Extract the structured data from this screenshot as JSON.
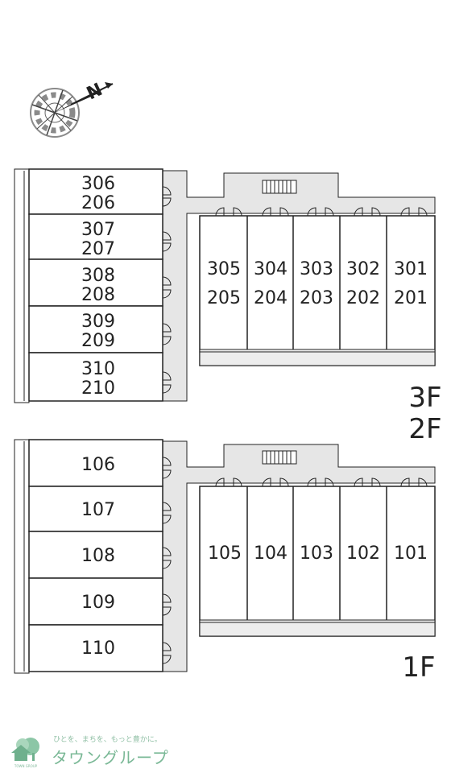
{
  "compass": {
    "north_label": "N",
    "icon": "compass-rose-icon"
  },
  "upper_floors": {
    "floor_labels": [
      "3F",
      "2F"
    ],
    "left_units": [
      {
        "upper": "306",
        "lower": "206"
      },
      {
        "upper": "307",
        "lower": "207"
      },
      {
        "upper": "308",
        "lower": "208"
      },
      {
        "upper": "309",
        "lower": "209"
      },
      {
        "upper": "310",
        "lower": "210"
      }
    ],
    "right_units": [
      {
        "upper": "305",
        "lower": "205"
      },
      {
        "upper": "304",
        "lower": "204"
      },
      {
        "upper": "303",
        "lower": "203"
      },
      {
        "upper": "302",
        "lower": "202"
      },
      {
        "upper": "301",
        "lower": "201"
      }
    ]
  },
  "first_floor": {
    "floor_label": "1F",
    "left_units": [
      "106",
      "107",
      "108",
      "109",
      "110"
    ],
    "right_units": [
      "105",
      "104",
      "103",
      "102",
      "101"
    ]
  },
  "footer": {
    "tagline": "ひとを、まちを、もっと豊かに。",
    "brand": "タウングループ",
    "logo_caption": "TOWN GROUP",
    "logo_icon": "house-tree-logo-icon"
  },
  "colors": {
    "line": "#222222",
    "corridor": "#e6e6e6",
    "brand": "#7ab896"
  }
}
